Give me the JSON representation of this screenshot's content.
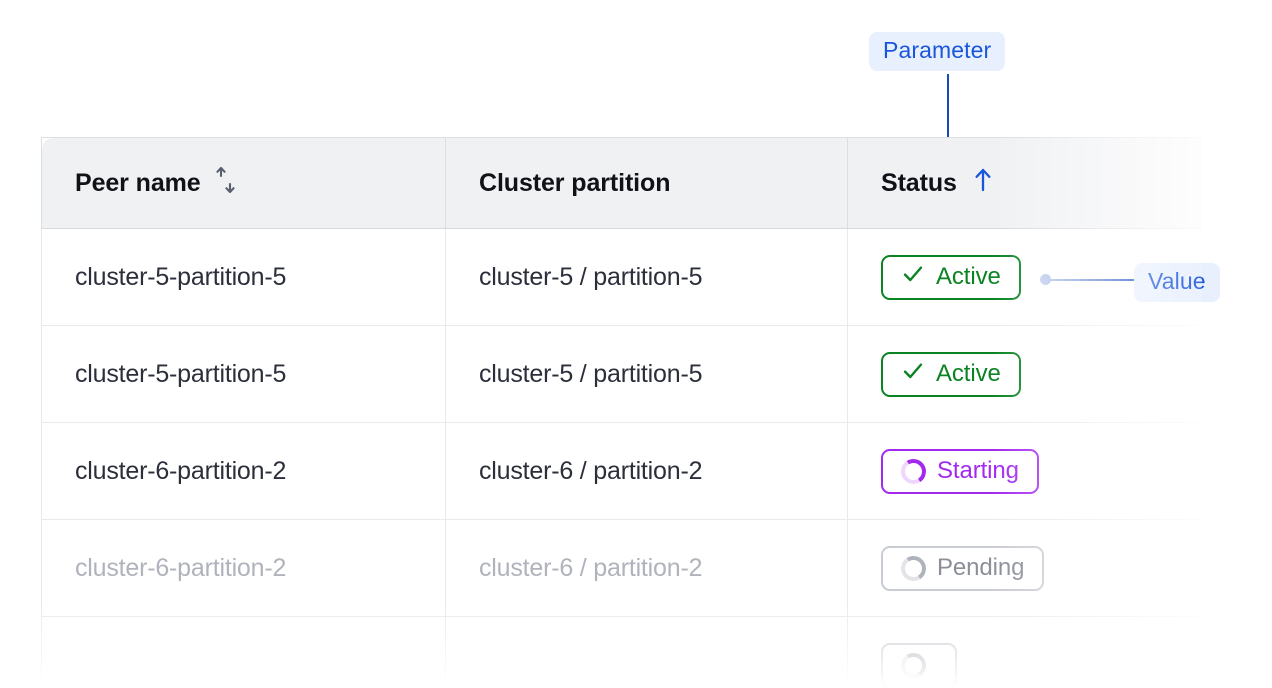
{
  "annotations": {
    "parameter_label": "Parameter",
    "value_label": "Value",
    "accent_color": "#1a56db",
    "line_color": "#1649ba",
    "badge_bg": "#e8f0fe"
  },
  "table": {
    "columns": [
      {
        "label": "Peer name",
        "sort_icon": "sort-updown-icon",
        "sorted": false
      },
      {
        "label": "Cluster partition",
        "sort_icon": null,
        "sorted": false
      },
      {
        "label": "Status",
        "sort_icon": "arrow-up-icon",
        "sorted": true
      }
    ],
    "rows": [
      {
        "peer_name": "cluster-5-partition-5",
        "cluster_partition": "cluster-5 / partition-5",
        "status": "Active",
        "status_kind": "active",
        "status_icon": "check-icon",
        "muted": false
      },
      {
        "peer_name": "cluster-5-partition-5",
        "cluster_partition": "cluster-5 / partition-5",
        "status": "Active",
        "status_kind": "active",
        "status_icon": "check-icon",
        "muted": false
      },
      {
        "peer_name": "cluster-6-partition-2",
        "cluster_partition": "cluster-6 / partition-2",
        "status": "Starting",
        "status_kind": "starting",
        "status_icon": "spinner-icon",
        "muted": false
      },
      {
        "peer_name": "cluster-6-partition-2",
        "cluster_partition": "cluster-6 / partition-2",
        "status": "Pending",
        "status_kind": "pending",
        "status_icon": "spinner-icon",
        "muted": true
      },
      {
        "peer_name": "",
        "cluster_partition": "",
        "status": "",
        "status_kind": "pending",
        "status_icon": "spinner-icon",
        "muted": true
      }
    ],
    "status_colors": {
      "active": "#0b8323",
      "starting": "#a429ef",
      "pending": "#8b8f99"
    }
  }
}
